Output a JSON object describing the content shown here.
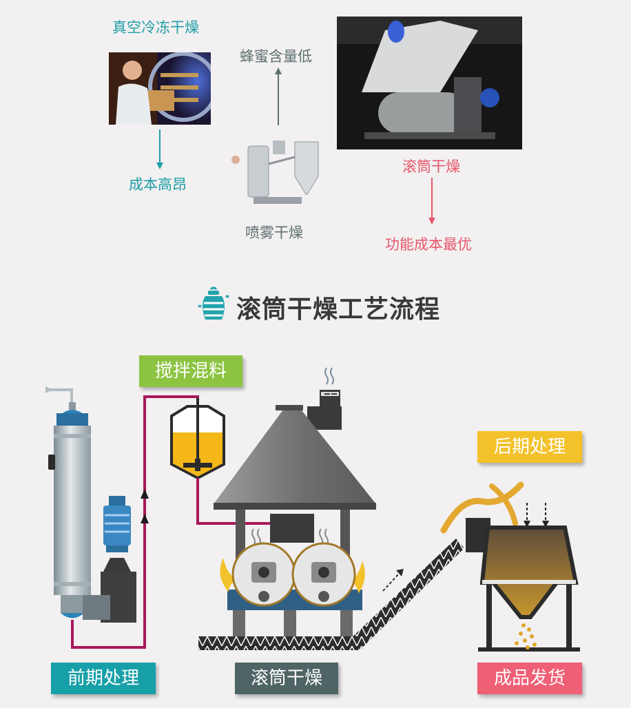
{
  "top": {
    "vacuum": {
      "title": "真空冷冻干燥",
      "result": "成本高昂"
    },
    "spray": {
      "title": "喷雾干燥",
      "result": "蜂蜜含量低"
    },
    "drum": {
      "title": "滚筒干燥",
      "result": "功能成本最优"
    }
  },
  "section_title": "滚筒干燥工艺流程",
  "process": {
    "stages": [
      "前期处理",
      "搅拌混料",
      "滚筒干燥",
      "后期处理",
      "成品发货"
    ]
  },
  "colors": {
    "teal": "#1e9ea6",
    "gray": "#5f7070",
    "pink": "#e8566a",
    "pipe": "#a8175a",
    "tag_green": "#8cc442",
    "tag_yellow": "#f3c22b"
  }
}
